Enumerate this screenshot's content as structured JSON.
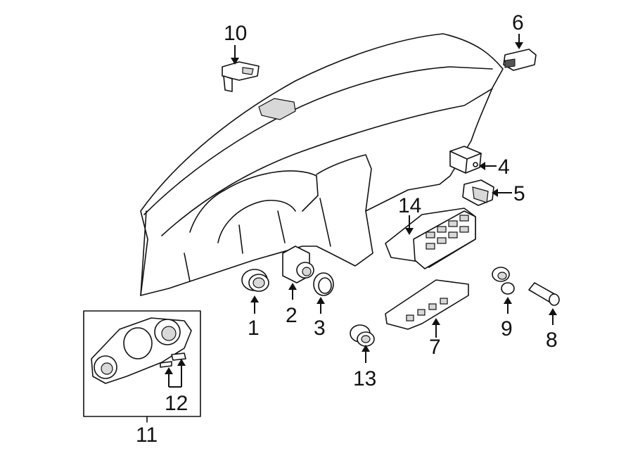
{
  "callouts": {
    "c1": "1",
    "c2": "2",
    "c3": "3",
    "c4": "4",
    "c5": "5",
    "c6": "6",
    "c7": "7",
    "c8": "8",
    "c9": "9",
    "c10": "10",
    "c11": "11",
    "c12": "12",
    "c13": "13",
    "c14": "14"
  },
  "colors": {
    "ink": "#111111",
    "background": "#ffffff",
    "shade": "#d8d8d8"
  }
}
